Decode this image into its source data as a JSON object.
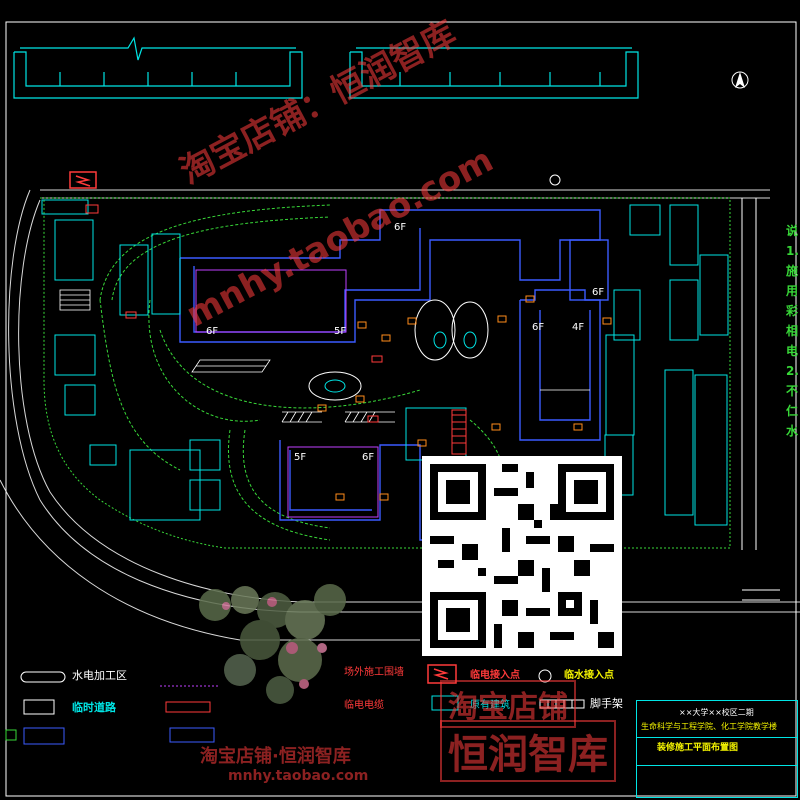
{
  "north_symbol": "A",
  "floor_labels": {
    "f6_top": "6F",
    "f6_left": "6F",
    "f5_center": "5F",
    "f6_right": "6F",
    "f4_right": "4F",
    "f6_mid_right": "6F",
    "f5_bottom": "5F",
    "f6_bottom": "6F"
  },
  "right_notes": [
    "说",
    "1.",
    "施",
    "用",
    "彩",
    "相",
    "电",
    "2.",
    "不",
    "仁",
    "水"
  ],
  "legend": {
    "water_processing": "水电加工区",
    "temporary_road": "临时道路",
    "site_fence": "场外施工围墙",
    "temp_power_entry": "临电接入点",
    "water_entry": "临水接入点",
    "temp_power_cable": "临电电缆",
    "original_building": "原有建筑",
    "scaffold": "脚手架"
  },
  "title_block": {
    "line1": "××大学××校区二期",
    "line2": "生命科学与工程学院、化工学院教学楼",
    "drawing_name": "装修施工平面布置图"
  },
  "watermarks": {
    "shop_cn": "淘宝店铺：恒润智库",
    "domain": "mnhy.taobao.com",
    "shop_short": "淘宝店铺",
    "brand": "恒润智库",
    "footer": "淘宝店铺·恒润智库",
    "footer_domain": "mnhy.taobao.com"
  }
}
